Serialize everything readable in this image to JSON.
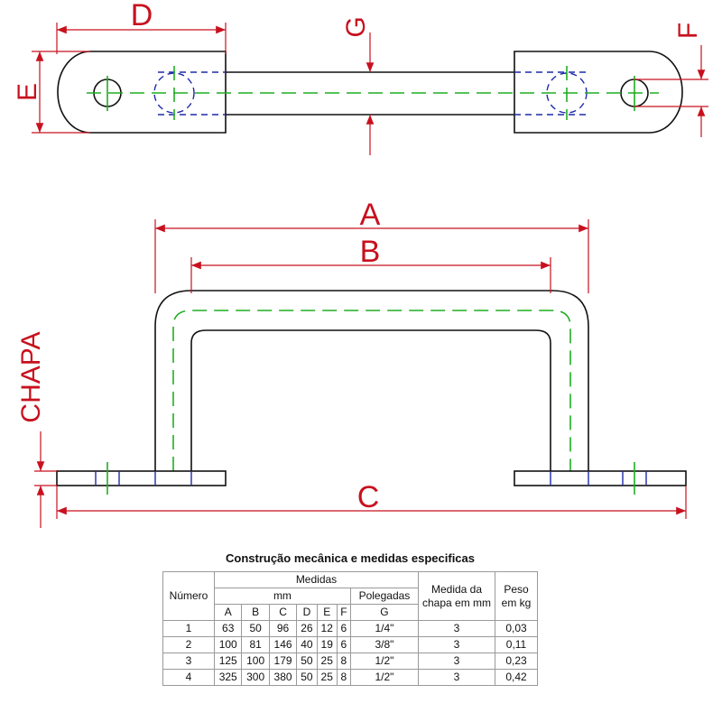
{
  "labels": {
    "A": "A",
    "B": "B",
    "C": "C",
    "D": "D",
    "E": "E",
    "F": "F",
    "G": "G",
    "chapa": "CHAPA"
  },
  "colors": {
    "dimension": "#c8101e",
    "outline": "#111111",
    "hidden": "#1d2aa8",
    "centerline": "#1fae22"
  },
  "table": {
    "title": "Construção mecânica e medidas  especificas",
    "header": {
      "numero": "Número",
      "medidas": "Medidas",
      "mm": "mm",
      "polegadas": "Polegadas",
      "medida_chapa": "Medida da chapa em mm",
      "peso": "Peso em kg"
    },
    "columns": [
      "A",
      "B",
      "C",
      "D",
      "E",
      "F",
      "G"
    ],
    "rows": [
      {
        "num": "1",
        "A": "63",
        "B": "50",
        "C": "96",
        "D": "26",
        "E": "12",
        "F": "6",
        "G": "1/4\"",
        "chapa": "3",
        "peso": "0,03"
      },
      {
        "num": "2",
        "A": "100",
        "B": "81",
        "C": "146",
        "D": "40",
        "E": "19",
        "F": "6",
        "G": "3/8\"",
        "chapa": "3",
        "peso": "0,11"
      },
      {
        "num": "3",
        "A": "125",
        "B": "100",
        "C": "179",
        "D": "50",
        "E": "25",
        "F": "8",
        "G": "1/2\"",
        "chapa": "3",
        "peso": "0,23"
      },
      {
        "num": "4",
        "A": "325",
        "B": "300",
        "C": "380",
        "D": "50",
        "E": "25",
        "F": "8",
        "G": "1/2\"",
        "chapa": "3",
        "peso": "0,42"
      }
    ]
  }
}
